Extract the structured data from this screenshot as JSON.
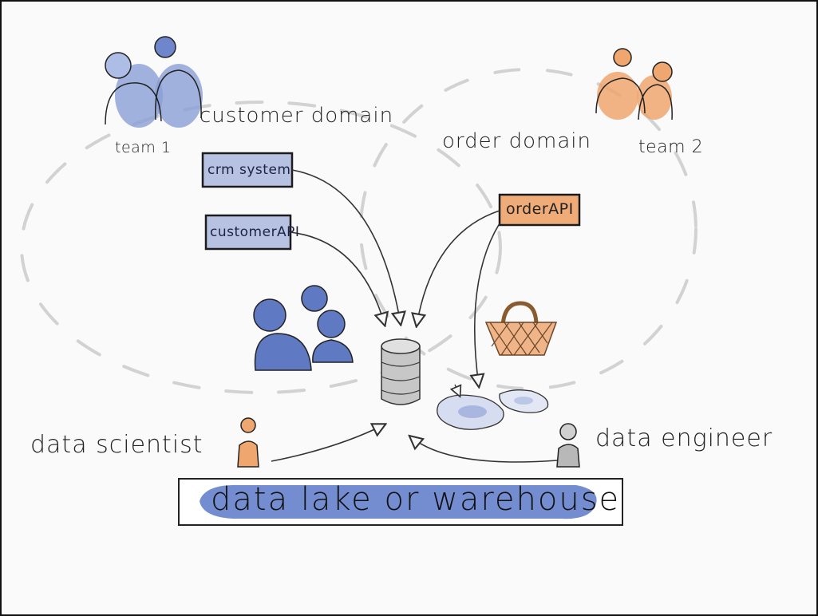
{
  "diagram": {
    "domains": {
      "customer": "customer domain",
      "order": "order domain"
    },
    "teams": {
      "team1": "team 1",
      "team2": "team 2"
    },
    "systems": {
      "crm": "crm system",
      "customer_api": "customerAPI",
      "order_api": "orderAPI"
    },
    "roles": {
      "scientist": "data scientist",
      "engineer": "data engineer"
    },
    "storage": {
      "lake": "data lake or warehouse"
    },
    "icons": [
      "people-group-icon",
      "person-icon",
      "database-icon",
      "basket-icon",
      "data-puddle-icon",
      "arrow-icon"
    ],
    "colors": {
      "customer_blue": "#5b73bd",
      "order_orange": "#e8a06a",
      "ink": "#111111",
      "grey": "#9a9a9a",
      "dashed_boundary": "#d2d2d2"
    }
  }
}
